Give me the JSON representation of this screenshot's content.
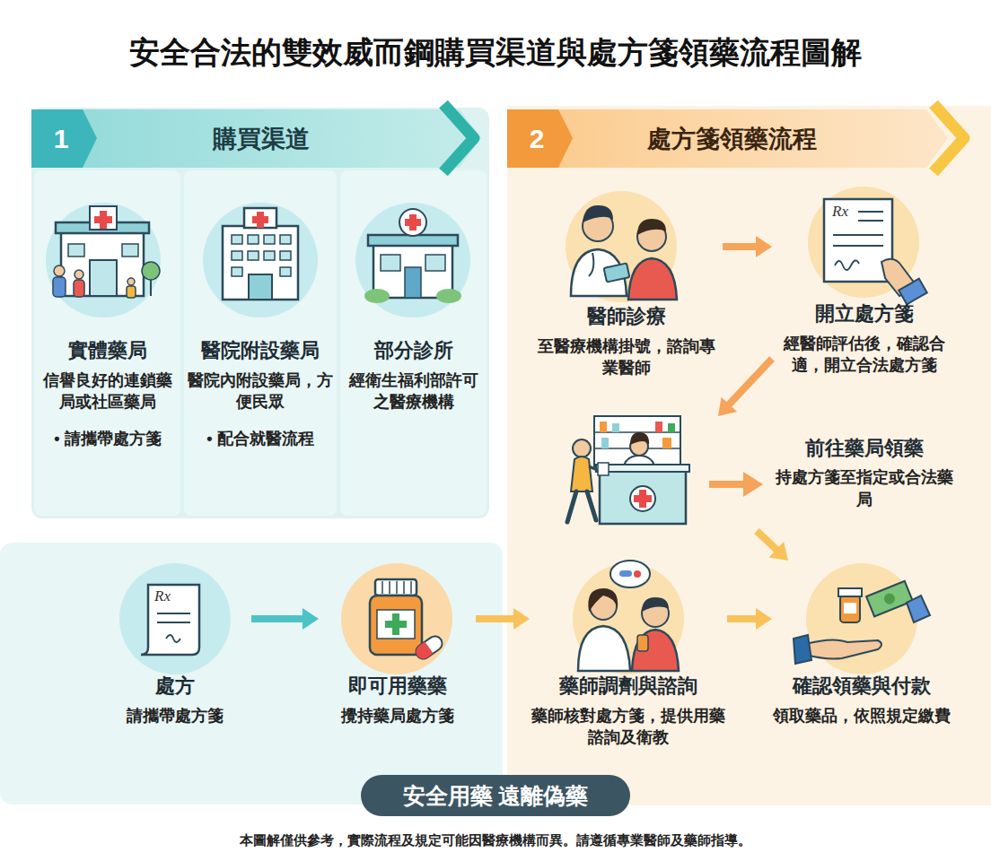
{
  "diagram": {
    "title": "安全合法的雙效威而鋼購買渠道與處方箋領藥流程圖解",
    "caption": "本圖解僅供參考，實際流程及規定可能因醫療機構而異。請遵循專業醫師及藥師指導。",
    "nodes": [
      {
        "text": [
          "1",
          "購買渠道"
        ]
      },
      {
        "text": [
          "2",
          "處方箋領藥流程"
        ]
      },
      {
        "text": [
          "實體藥局",
          "信譽良好的連鎖藥局或社區藥局",
          "• 請攜帶處方箋"
        ]
      },
      {
        "text": [
          "醫院附設藥局",
          "醫院內附設藥局，方便民眾",
          "• 配合就醫流程"
        ]
      },
      {
        "text": [
          "部分診所",
          "經衛生福利部許可之醫療機構"
        ]
      },
      {
        "text": [
          "處方",
          "請攜帶處方箋"
        ]
      },
      {
        "text": [
          "即可用藥藥",
          "攪持藥局處方箋"
        ]
      },
      {
        "text": [
          "醫師診療",
          "至醫療機構掛號，諮詢專業醫師"
        ]
      },
      {
        "text": [
          "開立處方箋",
          "經醫師評估後，確認合適，開立合法處方箋"
        ]
      },
      {
        "text": [
          "前往藥局領藥",
          "持處方箋至指定或合法藥局"
        ]
      },
      {
        "text": [
          "藥師調劑與諮詢",
          "藥師核對處方箋，提供用藥諮詢及衛教"
        ]
      },
      {
        "text": [
          "確認領藥與付款",
          "領取藥品，依照規定繳費"
        ]
      },
      {
        "text": [
          "安全用藥 遠離偽藥"
        ]
      }
    ],
    "edges": [
      {
        "from": 5,
        "to": 6,
        "arrow": "to"
      },
      {
        "from": 6,
        "to": 10,
        "arrow": "to"
      },
      {
        "from": 7,
        "to": 8,
        "arrow": "to"
      },
      {
        "from": 8,
        "to": 9,
        "arrow": "to"
      },
      {
        "from": 9,
        "to": 11,
        "arrow": "to"
      },
      {
        "from": 10,
        "to": 11,
        "arrow": "to"
      }
    ],
    "labels": [
      "Rx",
      "Rx"
    ]
  }
}
